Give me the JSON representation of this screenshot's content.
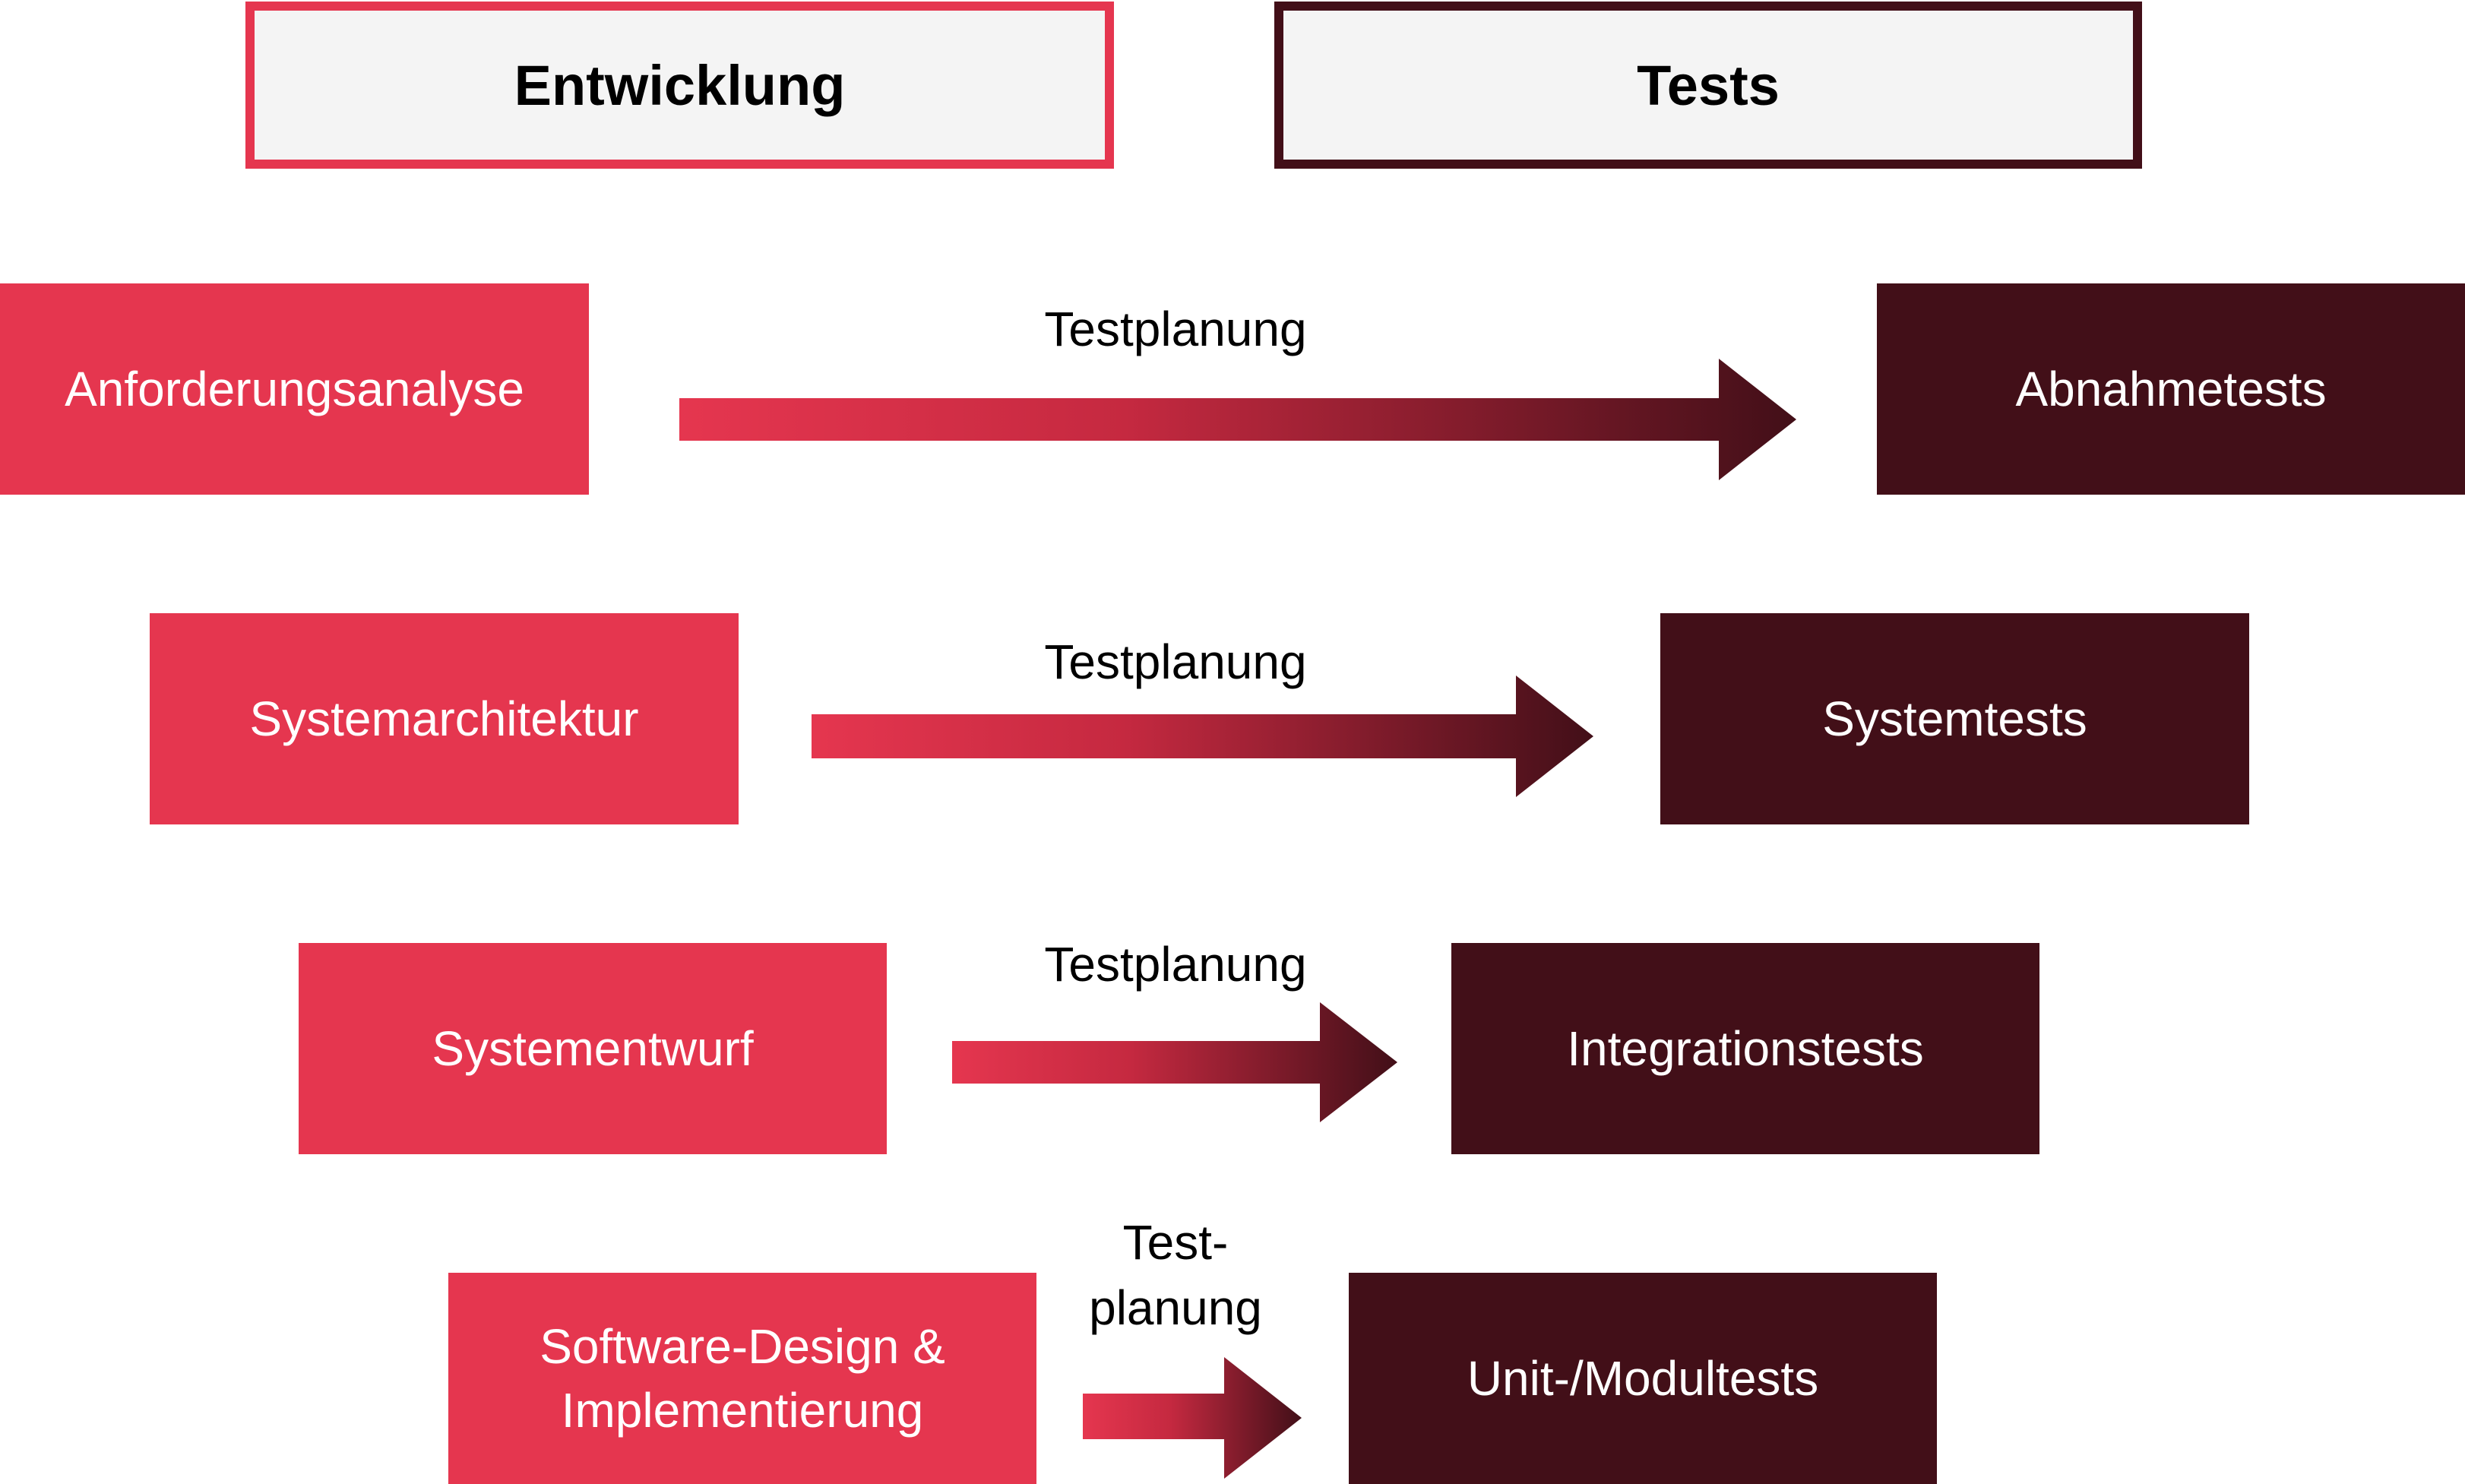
{
  "headers": {
    "development": "Entwicklung",
    "tests": "Tests"
  },
  "colors": {
    "dev": "#e5364f",
    "test": "#420f18",
    "header_bg": "#f4f4f4"
  },
  "rows": [
    {
      "dev_lines": [
        "Anforderungsanalyse"
      ],
      "test_lines": [
        "Abnahmetests"
      ],
      "arrow_lines": [
        "Testplanung"
      ]
    },
    {
      "dev_lines": [
        "Systemarchitektur"
      ],
      "test_lines": [
        "Systemtests"
      ],
      "arrow_lines": [
        "Testplanung"
      ]
    },
    {
      "dev_lines": [
        "Systementwurf"
      ],
      "test_lines": [
        "Integrationstests"
      ],
      "arrow_lines": [
        "Testplanung"
      ]
    },
    {
      "dev_lines": [
        "Software-Design &",
        "Implementierung"
      ],
      "test_lines": [
        "Unit-/Modultests"
      ],
      "arrow_lines": [
        "Test-",
        "planung"
      ]
    }
  ]
}
